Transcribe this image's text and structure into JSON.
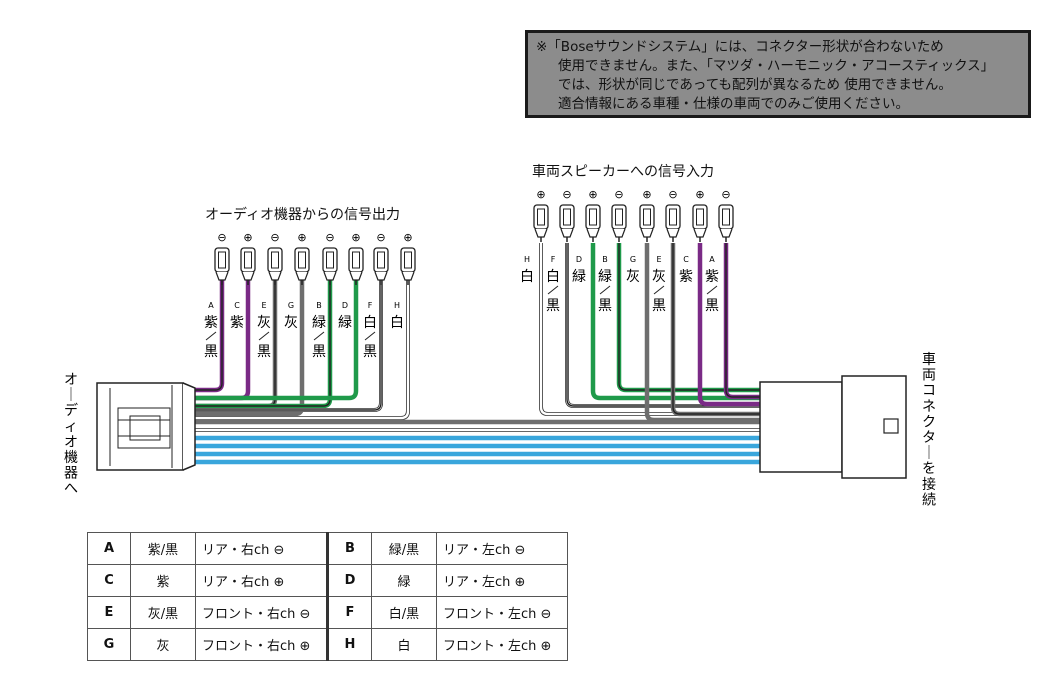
{
  "note": {
    "lines": [
      "※「Boseサウンドシステム」には、コネクター形状が合わないため",
      "使用できません。また、「マツダ・ハーモニック・アコースティックス」",
      "では、形状が同じであっても配列が異なるため 使用できません。",
      "適合情報にある車種・仕様の車両でのみご使用ください。"
    ]
  },
  "left_group": {
    "title": "オーディオ機器からの信号出力",
    "polarity": [
      "⊖",
      "⊕",
      "⊖",
      "⊕",
      "⊖",
      "⊕",
      "⊖",
      "⊕"
    ],
    "wires": [
      {
        "letter": "A",
        "color1": "紫",
        "color2": "黒"
      },
      {
        "letter": "C",
        "color1": "紫",
        "color2": ""
      },
      {
        "letter": "E",
        "color1": "灰",
        "color2": "黒"
      },
      {
        "letter": "G",
        "color1": "灰",
        "color2": ""
      },
      {
        "letter": "B",
        "color1": "緑",
        "color2": "黒"
      },
      {
        "letter": "D",
        "color1": "緑",
        "color2": ""
      },
      {
        "letter": "F",
        "color1": "白",
        "color2": "黒"
      },
      {
        "letter": "H",
        "color1": "白",
        "color2": ""
      }
    ]
  },
  "right_group": {
    "title": "車両スピーカーへの信号入力",
    "polarity": [
      "⊕",
      "⊖",
      "⊕",
      "⊖",
      "⊕",
      "⊖",
      "⊕",
      "⊖"
    ],
    "wires": [
      {
        "letter": "H",
        "color1": "白",
        "color2": ""
      },
      {
        "letter": "F",
        "color1": "白",
        "color2": "黒"
      },
      {
        "letter": "D",
        "color1": "緑",
        "color2": ""
      },
      {
        "letter": "B",
        "color1": "緑",
        "color2": "黒"
      },
      {
        "letter": "G",
        "color1": "灰",
        "color2": ""
      },
      {
        "letter": "E",
        "color1": "灰",
        "color2": "黒"
      },
      {
        "letter": "C",
        "color1": "紫",
        "color2": ""
      },
      {
        "letter": "A",
        "color1": "紫",
        "color2": "黒"
      }
    ]
  },
  "side_labels": {
    "left": "オーディオ機器へ",
    "right": "車両コネクターを接続"
  },
  "colors": {
    "purple": "#7a2a86",
    "green": "#1f9a4a",
    "gray": "#6e6e6e",
    "white_wire": "#ffffff",
    "black": "#222222",
    "blue": "#39a6dc"
  },
  "legend": {
    "rows": [
      {
        "k1": "A",
        "c1": "紫/黒",
        "f1": "リア・右ch ⊖",
        "k2": "B",
        "c2": "緑/黒",
        "f2": "リア・左ch ⊖"
      },
      {
        "k1": "C",
        "c1": "紫",
        "f1": "リア・右ch ⊕",
        "k2": "D",
        "c2": "緑",
        "f2": "リア・左ch ⊕"
      },
      {
        "k1": "E",
        "c1": "灰/黒",
        "f1": "フロント・右ch ⊖",
        "k2": "F",
        "c2": "白/黒",
        "f2": "フロント・左ch ⊖"
      },
      {
        "k1": "G",
        "c1": "灰",
        "f1": "フロント・右ch ⊕",
        "k2": "H",
        "c2": "白",
        "f2": "フロント・左ch ⊕"
      }
    ]
  }
}
